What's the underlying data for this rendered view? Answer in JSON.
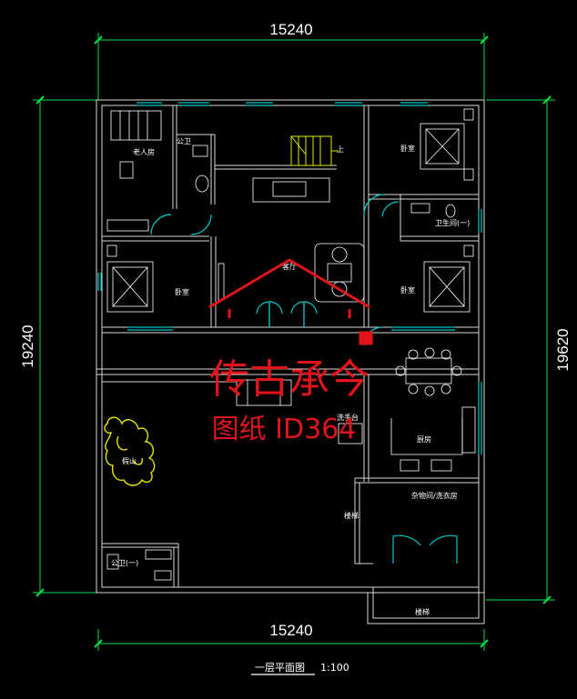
{
  "dimensions": {
    "top": "15240",
    "bottom": "15240",
    "left": "19240",
    "right": "19620"
  },
  "rooms": {
    "bedroom_elder": "老人房",
    "bath_public": "公卫",
    "stair_up": "上",
    "bedroom_ne": "卧室",
    "bath_1": "卫生间(一)",
    "bedroom_w": "卧室",
    "living": "客厅",
    "bedroom_e": "卧室",
    "rockery": "假山",
    "wash": "洗手台",
    "kitchen": "厨房",
    "bath_public_1": "公卫(一)",
    "storage_left": "楼梯",
    "utility": "杂物间/洗衣房",
    "storage_bottom": "楼梯"
  },
  "watermark": {
    "brand": "传古承今",
    "drawing_id": "图纸 ID364"
  },
  "title": {
    "name": "一层平面图",
    "scale": "1:100"
  },
  "colors": {
    "background": "#000000",
    "wall": "#d9d9d9",
    "dimension": "#00e04a",
    "window": "#00c8c8",
    "furniture": "#ffffff",
    "stair": "#e6e600",
    "rockery": "#e6e600",
    "watermark": "#e0141b"
  }
}
